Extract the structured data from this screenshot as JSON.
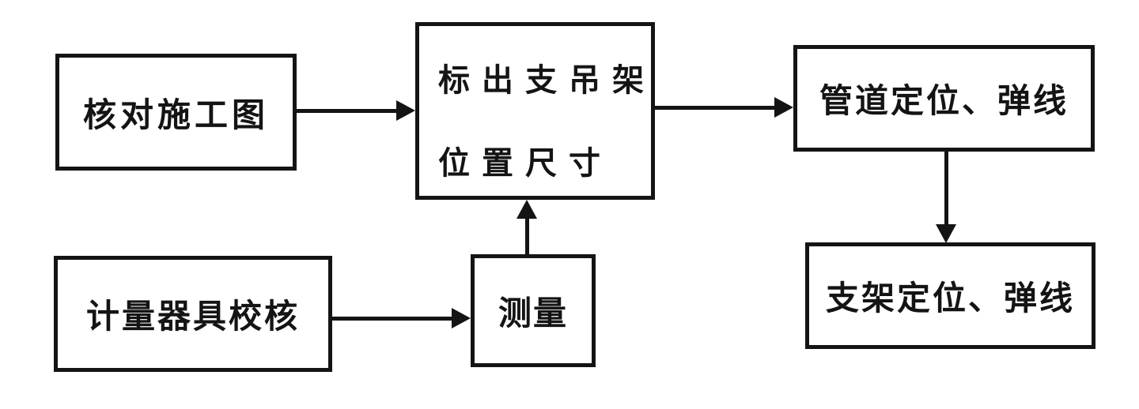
{
  "diagram": {
    "title": "pipe-support-installation-flowchart",
    "background_color": "#ffffff",
    "line_color": "#141414",
    "text_color": "#141414",
    "nodes": {
      "check_drawing": {
        "label": "核对施工图"
      },
      "mark_position": {
        "label_line1": "标出支吊架",
        "label_line2": "位置尺寸"
      },
      "pipe_positioning": {
        "label": "管道定位、弹线"
      },
      "instrument_check": {
        "label": "计量器具校核"
      },
      "measure": {
        "label": "测量"
      },
      "support_positioning": {
        "label": "支架定位、弹线"
      }
    },
    "edges": [
      {
        "from": "check_drawing",
        "to": "mark_position",
        "direction": "right"
      },
      {
        "from": "mark_position",
        "to": "pipe_positioning",
        "direction": "right"
      },
      {
        "from": "instrument_check",
        "to": "measure",
        "direction": "right"
      },
      {
        "from": "measure",
        "to": "mark_position",
        "direction": "up"
      },
      {
        "from": "pipe_positioning",
        "to": "support_positioning",
        "direction": "down"
      }
    ]
  }
}
